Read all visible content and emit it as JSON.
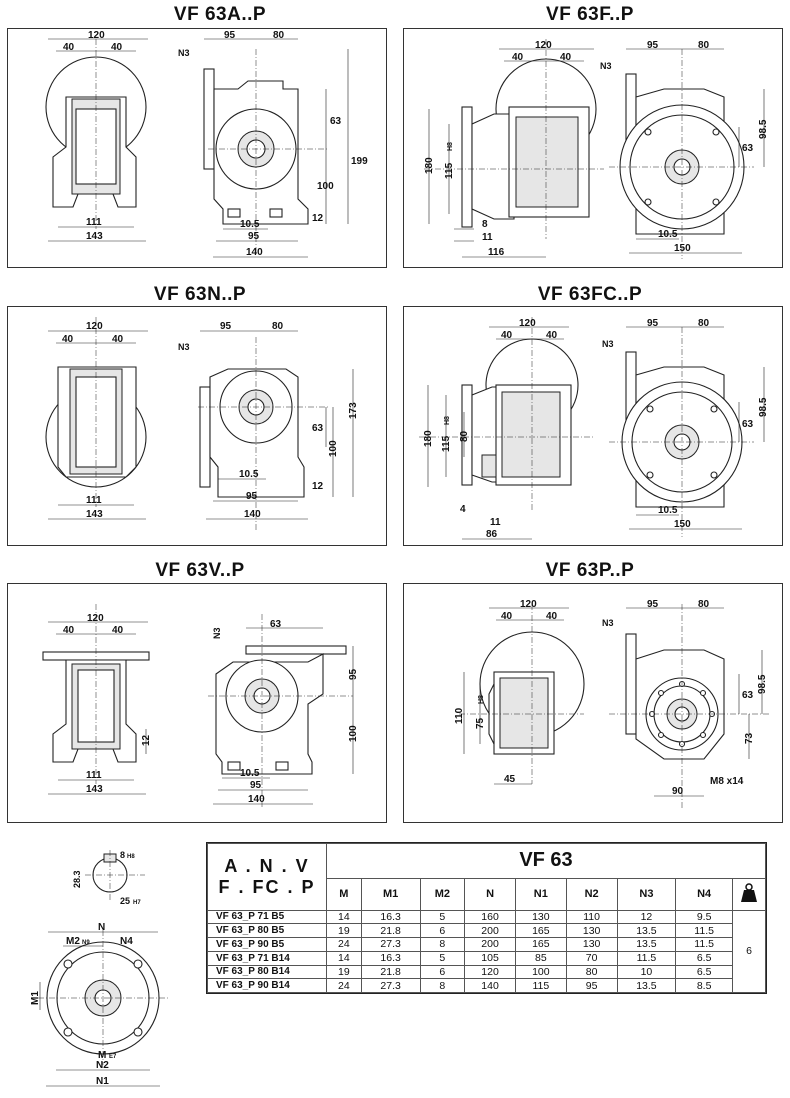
{
  "titles": {
    "a": "VF 63A..P",
    "f": "VF 63F..P",
    "n": "VF 63N..P",
    "fc": "VF 63FC..P",
    "v": "VF 63V..P",
    "p": "VF 63P..P"
  },
  "dims": {
    "a": {
      "d120": "120",
      "d40a": "40",
      "d40b": "40",
      "d111": "111",
      "d143": "143",
      "n3": "N3",
      "d95": "95",
      "d80": "80",
      "d63": "63",
      "d199": "199",
      "d100": "100",
      "d12": "12",
      "d10_5": "10.5",
      "d95b": "95",
      "d140": "140"
    },
    "f": {
      "d120": "120",
      "d40a": "40",
      "d40b": "40",
      "d180": "180",
      "d115": "115",
      "h8": "H8",
      "d8": "8",
      "d11": "11",
      "d116": "116",
      "n3": "N3",
      "d95": "95",
      "d80": "80",
      "d63": "63",
      "d98_5": "98.5",
      "d10_5": "10.5",
      "d150": "150"
    },
    "n": {
      "d120": "120",
      "d40a": "40",
      "d40b": "40",
      "d111": "111",
      "d143": "143",
      "n3": "N3",
      "d95": "95",
      "d80": "80",
      "d63": "63",
      "d173": "173",
      "d100": "100",
      "d12": "12",
      "d10_5": "10.5",
      "d95b": "95",
      "d140": "140"
    },
    "fc": {
      "d120": "120",
      "d40a": "40",
      "d40b": "40",
      "d180": "180",
      "d115": "115",
      "h8": "H8",
      "d80": "80",
      "d4": "4",
      "d11": "11",
      "d86": "86",
      "n3": "N3",
      "d95": "95",
      "d80b": "80",
      "d63": "63",
      "d98_5": "98.5",
      "d10_5": "10.5",
      "d150": "150"
    },
    "v": {
      "d120": "120",
      "d40a": "40",
      "d40b": "40",
      "d12": "12",
      "d111": "111",
      "d143": "143",
      "n3": "N3",
      "d63": "63",
      "d95": "95",
      "d100": "100",
      "d10_5": "10.5",
      "d95b": "95",
      "d140": "140"
    },
    "p": {
      "d120": "120",
      "d40a": "40",
      "d40b": "40",
      "d110": "110",
      "d75": "75",
      "h8": "H8",
      "d45": "45",
      "n3": "N3",
      "d95": "95",
      "d80": "80",
      "d63": "63",
      "d98_5": "98.5",
      "d73": "73",
      "m8": "M8 x14",
      "d90": "90"
    },
    "shaft": {
      "d8": "8",
      "h8": "H8",
      "d28_3": "28.3",
      "d25": "25",
      "h7": "H7"
    },
    "flange": {
      "n": "N",
      "m2": "M2",
      "n9": "N9",
      "n4": "N4",
      "m1": "M1",
      "m": "M",
      "e7": "E7",
      "n2": "N2",
      "n1": "N1"
    }
  },
  "table": {
    "header_left_1": "A . N . V",
    "header_left_2": "F . FC . P",
    "header_vf": "VF 63",
    "columns": [
      "M",
      "M1",
      "M2",
      "N",
      "N1",
      "N2",
      "N3",
      "N4"
    ],
    "weight_icon": "kg",
    "rows": [
      {
        "label": "VF 63_P 71 B5",
        "values": [
          "14",
          "16.3",
          "5",
          "160",
          "130",
          "110",
          "12",
          "9.5"
        ]
      },
      {
        "label": "VF 63_P 80 B5",
        "values": [
          "19",
          "21.8",
          "6",
          "200",
          "165",
          "130",
          "13.5",
          "11.5"
        ]
      },
      {
        "label": "VF 63_P 90 B5",
        "values": [
          "24",
          "27.3",
          "8",
          "200",
          "165",
          "130",
          "13.5",
          "11.5"
        ]
      },
      {
        "label": "VF 63_P 71 B14",
        "values": [
          "14",
          "16.3",
          "5",
          "105",
          "85",
          "70",
          "11.5",
          "6.5"
        ]
      },
      {
        "label": "VF 63_P 80 B14",
        "values": [
          "19",
          "21.8",
          "6",
          "120",
          "100",
          "80",
          "10",
          "6.5"
        ]
      },
      {
        "label": "VF 63_P 90 B14",
        "values": [
          "24",
          "27.3",
          "8",
          "140",
          "115",
          "95",
          "13.5",
          "8.5"
        ]
      }
    ],
    "weight": "6"
  }
}
